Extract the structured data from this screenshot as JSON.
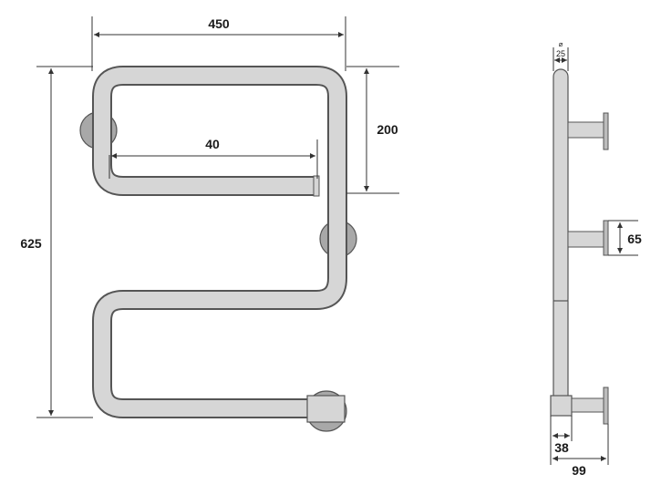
{
  "dimensions": {
    "front_width": "450",
    "front_height": "625",
    "top_section_height": "200",
    "inner_bar_length": "40",
    "side_tube_diameter_symbol": "⌀",
    "side_tube_diameter": "25",
    "side_mount_height": "65",
    "side_base_depth": "38",
    "side_total_depth": "99"
  },
  "colors": {
    "tube_fill": "#d6d6d6",
    "tube_outline": "#555555",
    "mount_fill": "#a8a8a8",
    "line": "#333333"
  }
}
